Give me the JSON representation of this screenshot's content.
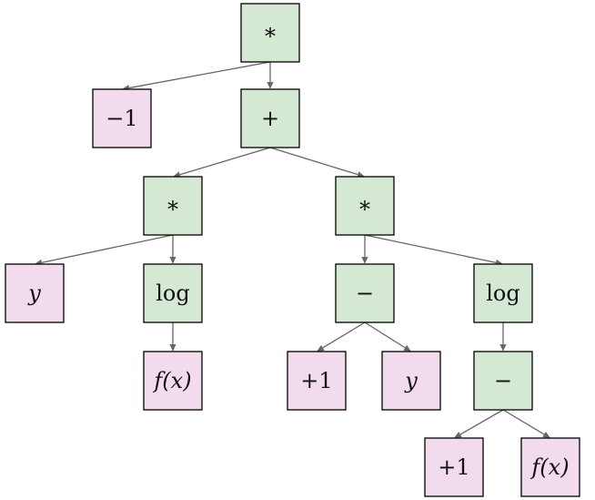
{
  "diagram": {
    "type": "expression-tree",
    "colors": {
      "operator_fill": "#d5e8d4",
      "operand_fill": "#f3dbee",
      "edge": "#666666",
      "border": "#000000"
    },
    "nodes": [
      {
        "id": "n1",
        "label": "*",
        "kind": "operator"
      },
      {
        "id": "n2",
        "label": "−1",
        "kind": "operand"
      },
      {
        "id": "n3",
        "label": "+",
        "kind": "operator"
      },
      {
        "id": "n4",
        "label": "*",
        "kind": "operator"
      },
      {
        "id": "n5",
        "label": "*",
        "kind": "operator"
      },
      {
        "id": "n6",
        "label": "y",
        "kind": "operand",
        "italic": true
      },
      {
        "id": "n7",
        "label": "log",
        "kind": "operator"
      },
      {
        "id": "n8",
        "label": "−",
        "kind": "operator"
      },
      {
        "id": "n9",
        "label": "log",
        "kind": "operator"
      },
      {
        "id": "n10",
        "label": "f(x)",
        "kind": "operand",
        "italic": true
      },
      {
        "id": "n11",
        "label": "+1",
        "kind": "operand"
      },
      {
        "id": "n12",
        "label": "y",
        "kind": "operand",
        "italic": true
      },
      {
        "id": "n13",
        "label": "−",
        "kind": "operator"
      },
      {
        "id": "n14",
        "label": "+1",
        "kind": "operand"
      },
      {
        "id": "n15",
        "label": "f(x)",
        "kind": "operand",
        "italic": true
      }
    ],
    "edges": [
      [
        "n1",
        "n2"
      ],
      [
        "n1",
        "n3"
      ],
      [
        "n3",
        "n4"
      ],
      [
        "n3",
        "n5"
      ],
      [
        "n4",
        "n6"
      ],
      [
        "n4",
        "n7"
      ],
      [
        "n7",
        "n10"
      ],
      [
        "n5",
        "n8"
      ],
      [
        "n5",
        "n9"
      ],
      [
        "n8",
        "n11"
      ],
      [
        "n8",
        "n12"
      ],
      [
        "n9",
        "n13"
      ],
      [
        "n13",
        "n14"
      ],
      [
        "n13",
        "n15"
      ]
    ]
  }
}
